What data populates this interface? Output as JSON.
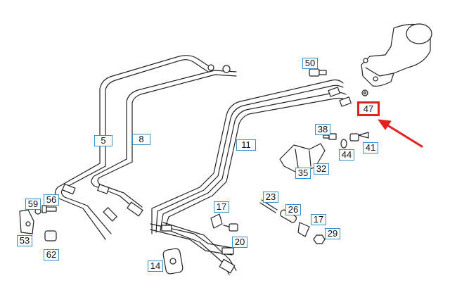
{
  "diagram": {
    "highlight_color": "#e32020",
    "callout_border_color": "#3b8fc7",
    "line_color": "#222222",
    "highlighted_part": "47",
    "callouts": [
      "50",
      "47",
      "38",
      "44",
      "41",
      "32",
      "35",
      "11",
      "5",
      "8",
      "56",
      "59",
      "53",
      "62",
      "23",
      "26",
      "17",
      "17",
      "20",
      "29",
      "14"
    ]
  }
}
